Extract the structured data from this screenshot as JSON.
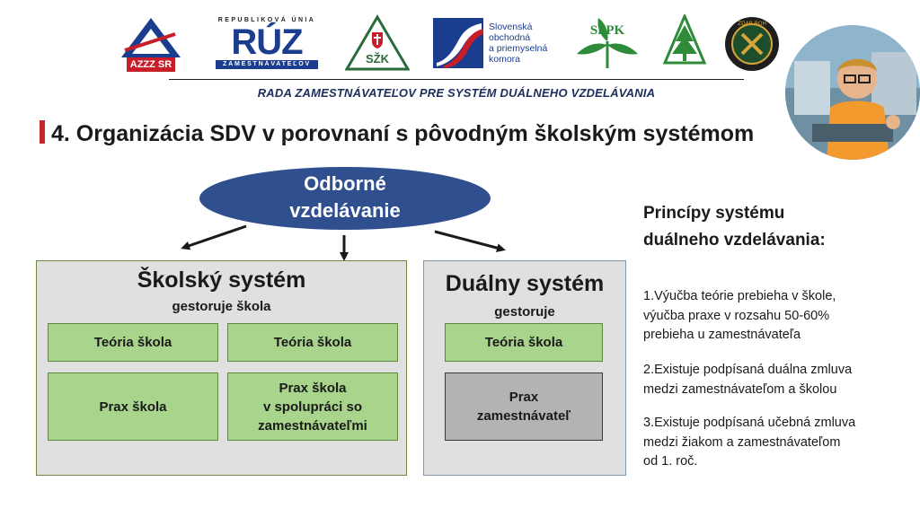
{
  "logos": {
    "azzz": {
      "text": "AZZZ SR"
    },
    "ruz": {
      "top": "REPUBLIKOVÁ ÚNIA",
      "main": "RÚZ",
      "bottom": "ZAMESTNÁVATEĽOV"
    },
    "szk": {
      "text": "SŽK"
    },
    "soc": {
      "lines": [
        "Slovenská",
        "obchodná",
        "a priemyselná",
        "komora"
      ]
    },
    "sppk": {
      "text": "SPPK"
    },
    "gold": {
      "text": "ZDAR BOH"
    }
  },
  "header": {
    "council": "RADA ZAMESTNÁVATEĽOV PRE SYSTÉM DUÁLNEHO VZDELÁVANIA",
    "title": "4. Organizácia SDV v porovnaní s pôvodným školským systémom"
  },
  "diagram": {
    "root": "Odborné\nvzdelávanie",
    "school": {
      "title": "Školský systém",
      "subtitle": "gestoruje škola",
      "boxes": [
        "Teória škola",
        "Teória škola",
        "Prax škola",
        "Prax škola\nv spolupráci so\nzamestnávateľmi"
      ]
    },
    "dual": {
      "title": "Duálny systém",
      "subtitle": "gestoruje",
      "boxes": [
        "Teória škola",
        "Prax\nzamestnávateľ"
      ]
    }
  },
  "principles": {
    "title": "Princípy systému\nduálneho vzdelávania:",
    "items": [
      "1.Výučba teórie prebieha v škole,\nvýučba praxe v rozsahu 50-60%\nprebieha u zamestnávateľa",
      "2.Existuje podpísaná duálna zmluva\nmedzi zamestnávateľom a školou",
      "3.Existuje podpísaná učebná zmluva\nmedzi žiakom  a zamestnávateľom\nod 1. roč."
    ]
  },
  "colors": {
    "navy": "#2f4f8f",
    "accent_red": "#c2272d",
    "box_green": "#a8d48c",
    "box_gray": "#b3b3b3",
    "panel_gray": "#e0e0e0"
  }
}
